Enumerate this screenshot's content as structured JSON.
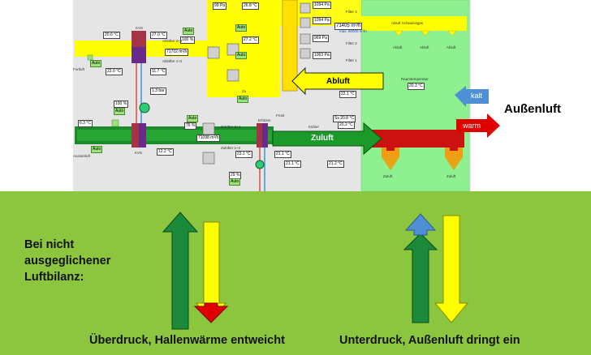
{
  "scada": {
    "values": {
      "t_fortluft_top": "20.6 °C",
      "t_kvs_top": "27.0 °C",
      "auto_kvs_top": "Auto",
      "pct_abluefter": "100 %",
      "abluefter34": "Ablüfter 3+4",
      "abluefter12": "Ablüfter 1+2",
      "flow_abluft": "71702 m³/h",
      "t_pre": "22.0 °C",
      "t_kvs_mid": "11.7 °C",
      "pressure": "1.3 bar",
      "p_99": "99 Pa",
      "t_268": "26.8 °C",
      "t_272": "27.2 °C",
      "auto_a": "Auto",
      "auto_b": "Auto",
      "auto_c": "Auto",
      "zu": "Zu",
      "auto_zu": "Auto",
      "filter4": "Filter 4",
      "filter3": "Filter 3",
      "filter2": "Filter 2",
      "filter1": "Filter 1",
      "fp4": "1094 Pa",
      "fp3": "1094 Pa",
      "fp2": "969 Pa",
      "fp1": "1063 Pa",
      "flow_big": "71405 m³/h",
      "flow_max": "max. 80000 m³/h",
      "abluft_schweisgas": "Abluft Schweissgas",
      "abluft1": "Abluft",
      "abluft2": "Abluft",
      "abluft3": "Abluft",
      "raumtemp_label": "Raumtemperatur",
      "raumtemp": "20.3 °C",
      "t_221": "22.1 °C",
      "fortluft": "Fortluft",
      "t_aussen": "6.3 °C",
      "auto_aussen": "Auto",
      "aussenluft_small": "Aussenluft",
      "pct_100b": "100 %",
      "auto_mid": "Auto",
      "auto_lower": "Auto",
      "pct_76": "76 %",
      "zuluefter34": "Zulüfter 3+4",
      "zuluefter12": "Zulüfter 1+2",
      "flow_zuluft": "71098 m³/h",
      "t_122": "12.2 °C",
      "kvs_bottom": "KVS",
      "erhitzer": "Erhitzer",
      "pct_29": "29 %",
      "auto_29": "Auto",
      "t_231": "23.1 °C",
      "t_211a": "21.1 °C",
      "t_211b": "21.1 °C",
      "t_212": "21.2 °C",
      "kuehler": "Kühler",
      "ss_208": "Ss 20.8 °C",
      "t_202": "20.2 °C",
      "zuluft1": "Zuluft",
      "zuluft2": "Zuluft",
      "frost": "Frost",
      "kvs_top_label": "KVS"
    },
    "arrows": {
      "abluft": "Abluft",
      "zuluft": "Zuluft",
      "kalt": "kalt",
      "warm": "warm"
    },
    "aussenluft_title": "Außenluft"
  },
  "panel": {
    "left_text": "Bei nicht ausgeglichener Luftbilanz:",
    "caption_left": "Überdruck, Hallenwärme entweicht",
    "caption_right": "Unterdruck, Außenluft dringt ein"
  },
  "colors": {
    "panel_green": "#8cc63f",
    "duct_yellow": "#ffff00",
    "duct_green": "#1b8a2a",
    "arrow_red": "#e00000",
    "arrow_blue": "#4f8fd6",
    "hall_green": "#8ff08f"
  }
}
